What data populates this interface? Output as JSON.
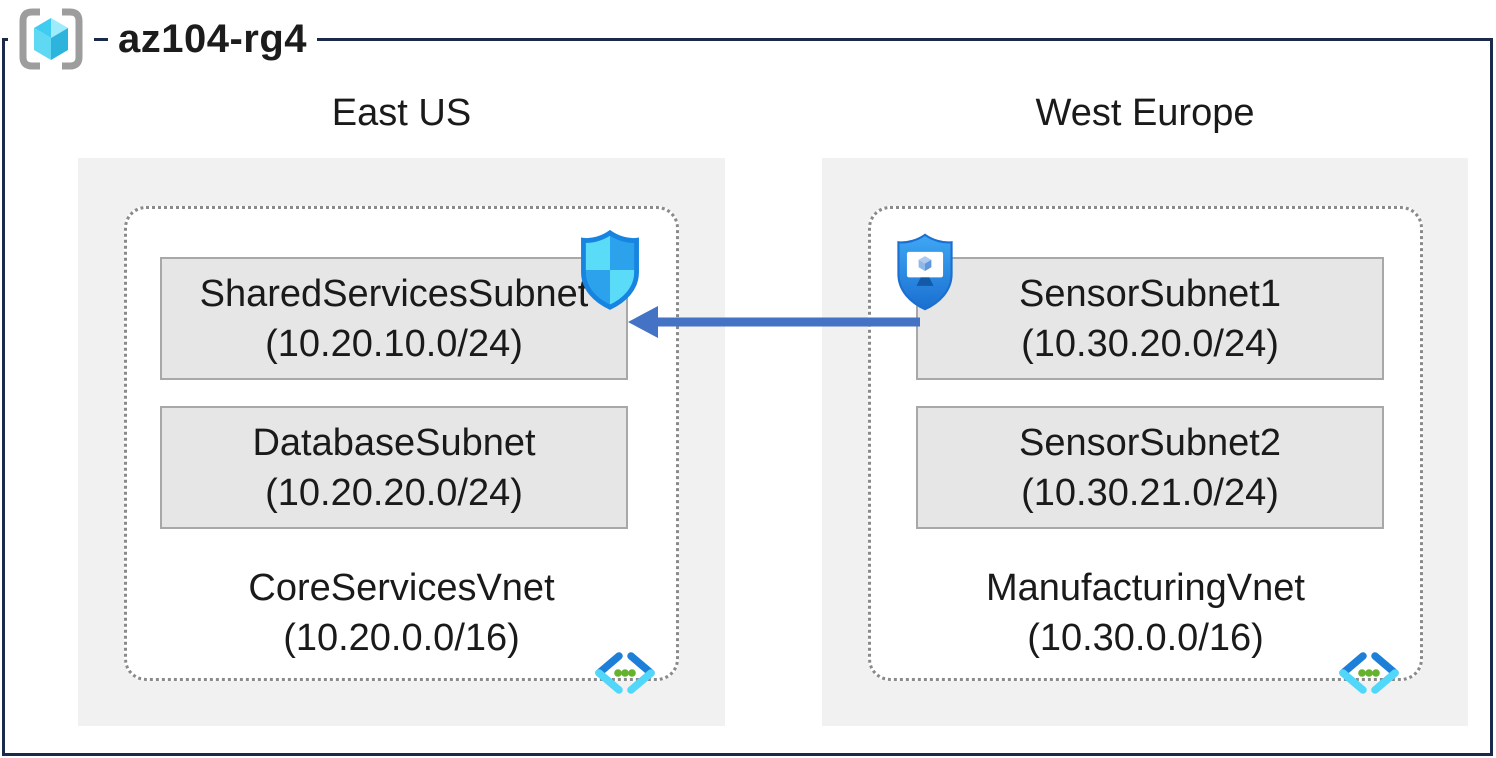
{
  "title": "az104-rg4",
  "regions": [
    {
      "name": "East US",
      "vnet": {
        "name": "CoreServicesVnet",
        "cidr": "(10.20.0.0/16)",
        "subnets": [
          {
            "name": "SharedServicesSubnet",
            "cidr": "(10.20.10.0/24)",
            "badge_icon": "network-security-group-shield-icon"
          },
          {
            "name": "DatabaseSubnet",
            "cidr": "(10.20.20.0/24)",
            "badge_icon": ""
          }
        ]
      }
    },
    {
      "name": "West Europe",
      "vnet": {
        "name": "ManufacturingVnet",
        "cidr": "(10.30.0.0/16)",
        "subnets": [
          {
            "name": "SensorSubnet1",
            "cidr": "(10.30.20.0/24)",
            "badge_icon": "bastion-shield-icon"
          },
          {
            "name": "SensorSubnet2",
            "cidr": "(10.30.21.0/24)",
            "badge_icon": ""
          }
        ]
      }
    }
  ],
  "connection": {
    "from": "SensorSubnet1",
    "to": "SharedServicesSubnet",
    "direction": "right-to-left",
    "color": "#4472C4"
  },
  "icons": {
    "resource_group": "resource-group-icon",
    "virtual_network": "virtual-network-icon",
    "nsg": "network-security-group-shield-icon",
    "bastion": "bastion-shield-icon"
  },
  "colors": {
    "frame_border": "#1B2A4A",
    "region_background": "#F1F1F1",
    "subnet_background": "#E6E6E6",
    "subnet_border": "#A8A8A8",
    "vnet_border_dotted": "#8A8A8A",
    "arrow": "#4472C4"
  }
}
